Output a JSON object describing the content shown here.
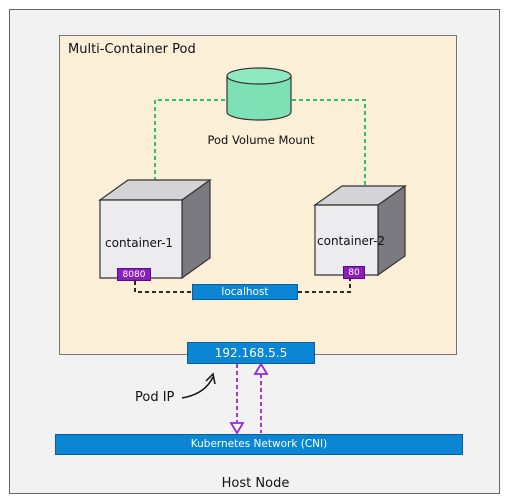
{
  "pod": {
    "title": "Multi-Container Pod"
  },
  "volume": {
    "label": "Pod Volume Mount",
    "color": "#7ee0b5"
  },
  "containers": [
    {
      "name": "container-1",
      "port": "8080"
    },
    {
      "name": "container-2",
      "port": "80"
    }
  ],
  "localhost": {
    "label": "localhost"
  },
  "pod_ip": {
    "address": "192.168.5.5",
    "label": "Pod IP"
  },
  "network": {
    "label": "Kubernetes Network (CNI)"
  },
  "host": {
    "label": "Host Node"
  },
  "colors": {
    "host_bg": "#f2f2f2",
    "pod_bg": "#fbefd8",
    "blue": "#0a86d4",
    "purple": "#8a1fc0",
    "dashed_green": "#2cc46a"
  }
}
